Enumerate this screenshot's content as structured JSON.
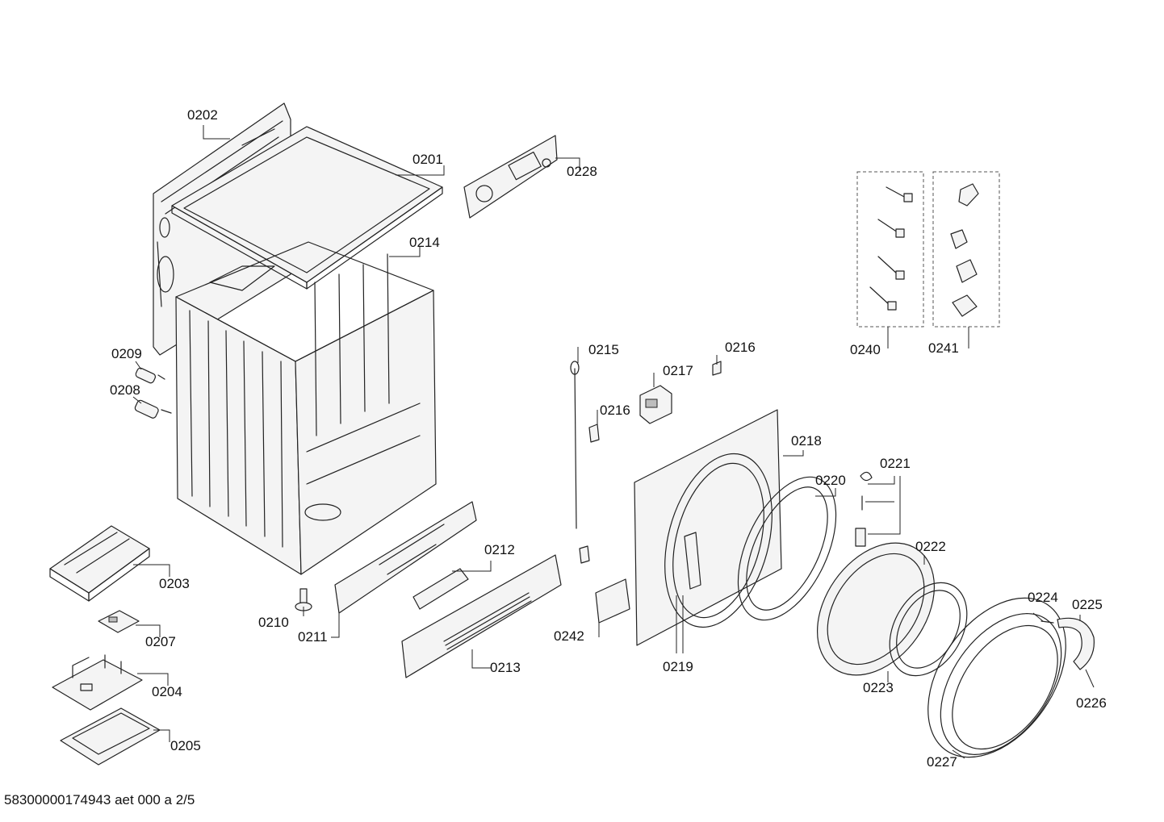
{
  "document_number": "58300000174943 aet 000 a 2/5",
  "callouts": {
    "c0201": "0201",
    "c0202": "0202",
    "c0203": "0203",
    "c0204": "0204",
    "c0205": "0205",
    "c0207": "0207",
    "c0208": "0208",
    "c0209": "0209",
    "c0210": "0210",
    "c0211": "0211",
    "c0212": "0212",
    "c0213": "0213",
    "c0214": "0214",
    "c0215": "0215",
    "c0216a": "0216",
    "c0216b": "0216",
    "c0217": "0217",
    "c0218": "0218",
    "c0219": "0219",
    "c0220": "0220",
    "c0221": "0221",
    "c0222": "0222",
    "c0223": "0223",
    "c0224": "0224",
    "c0225": "0225",
    "c0226": "0226",
    "c0227": "0227",
    "c0228": "0228",
    "c0240": "0240",
    "c0241": "0241",
    "c0242": "0242"
  }
}
